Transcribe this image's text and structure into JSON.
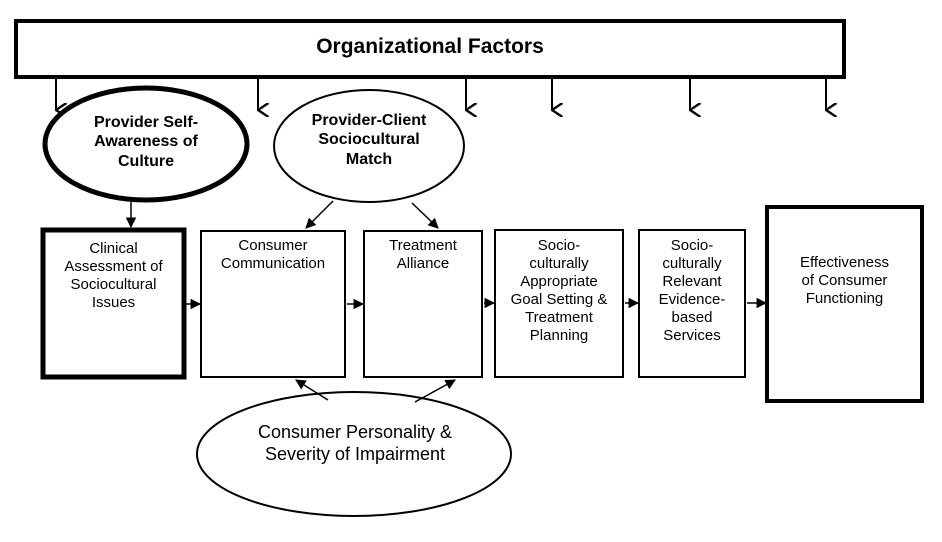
{
  "organizational_factors": "Organizational Factors",
  "provider_self_awareness": "Provider Self-\nAwareness of\nCulture",
  "provider_client_match": "Provider-Client\nSociocultural\nMatch",
  "consumer_personality": "Consumer Personality &\nSeverity of Impairment",
  "boxes": {
    "clinical_assessment": "Clinical\nAssessment of\nSociocultural\nIssues",
    "consumer_communication": "Consumer\nCommunication",
    "treatment_alliance": "Treatment\nAlliance",
    "goal_setting": "Socio-\nculturally\nAppropriate\nGoal Setting &\nTreatment\nPlanning",
    "evidence_based": "Socio-\nculturally\nRelevant\nEvidence-\nbased\nServices",
    "effectiveness": "Effectiveness\nof Consumer\nFunctioning"
  }
}
